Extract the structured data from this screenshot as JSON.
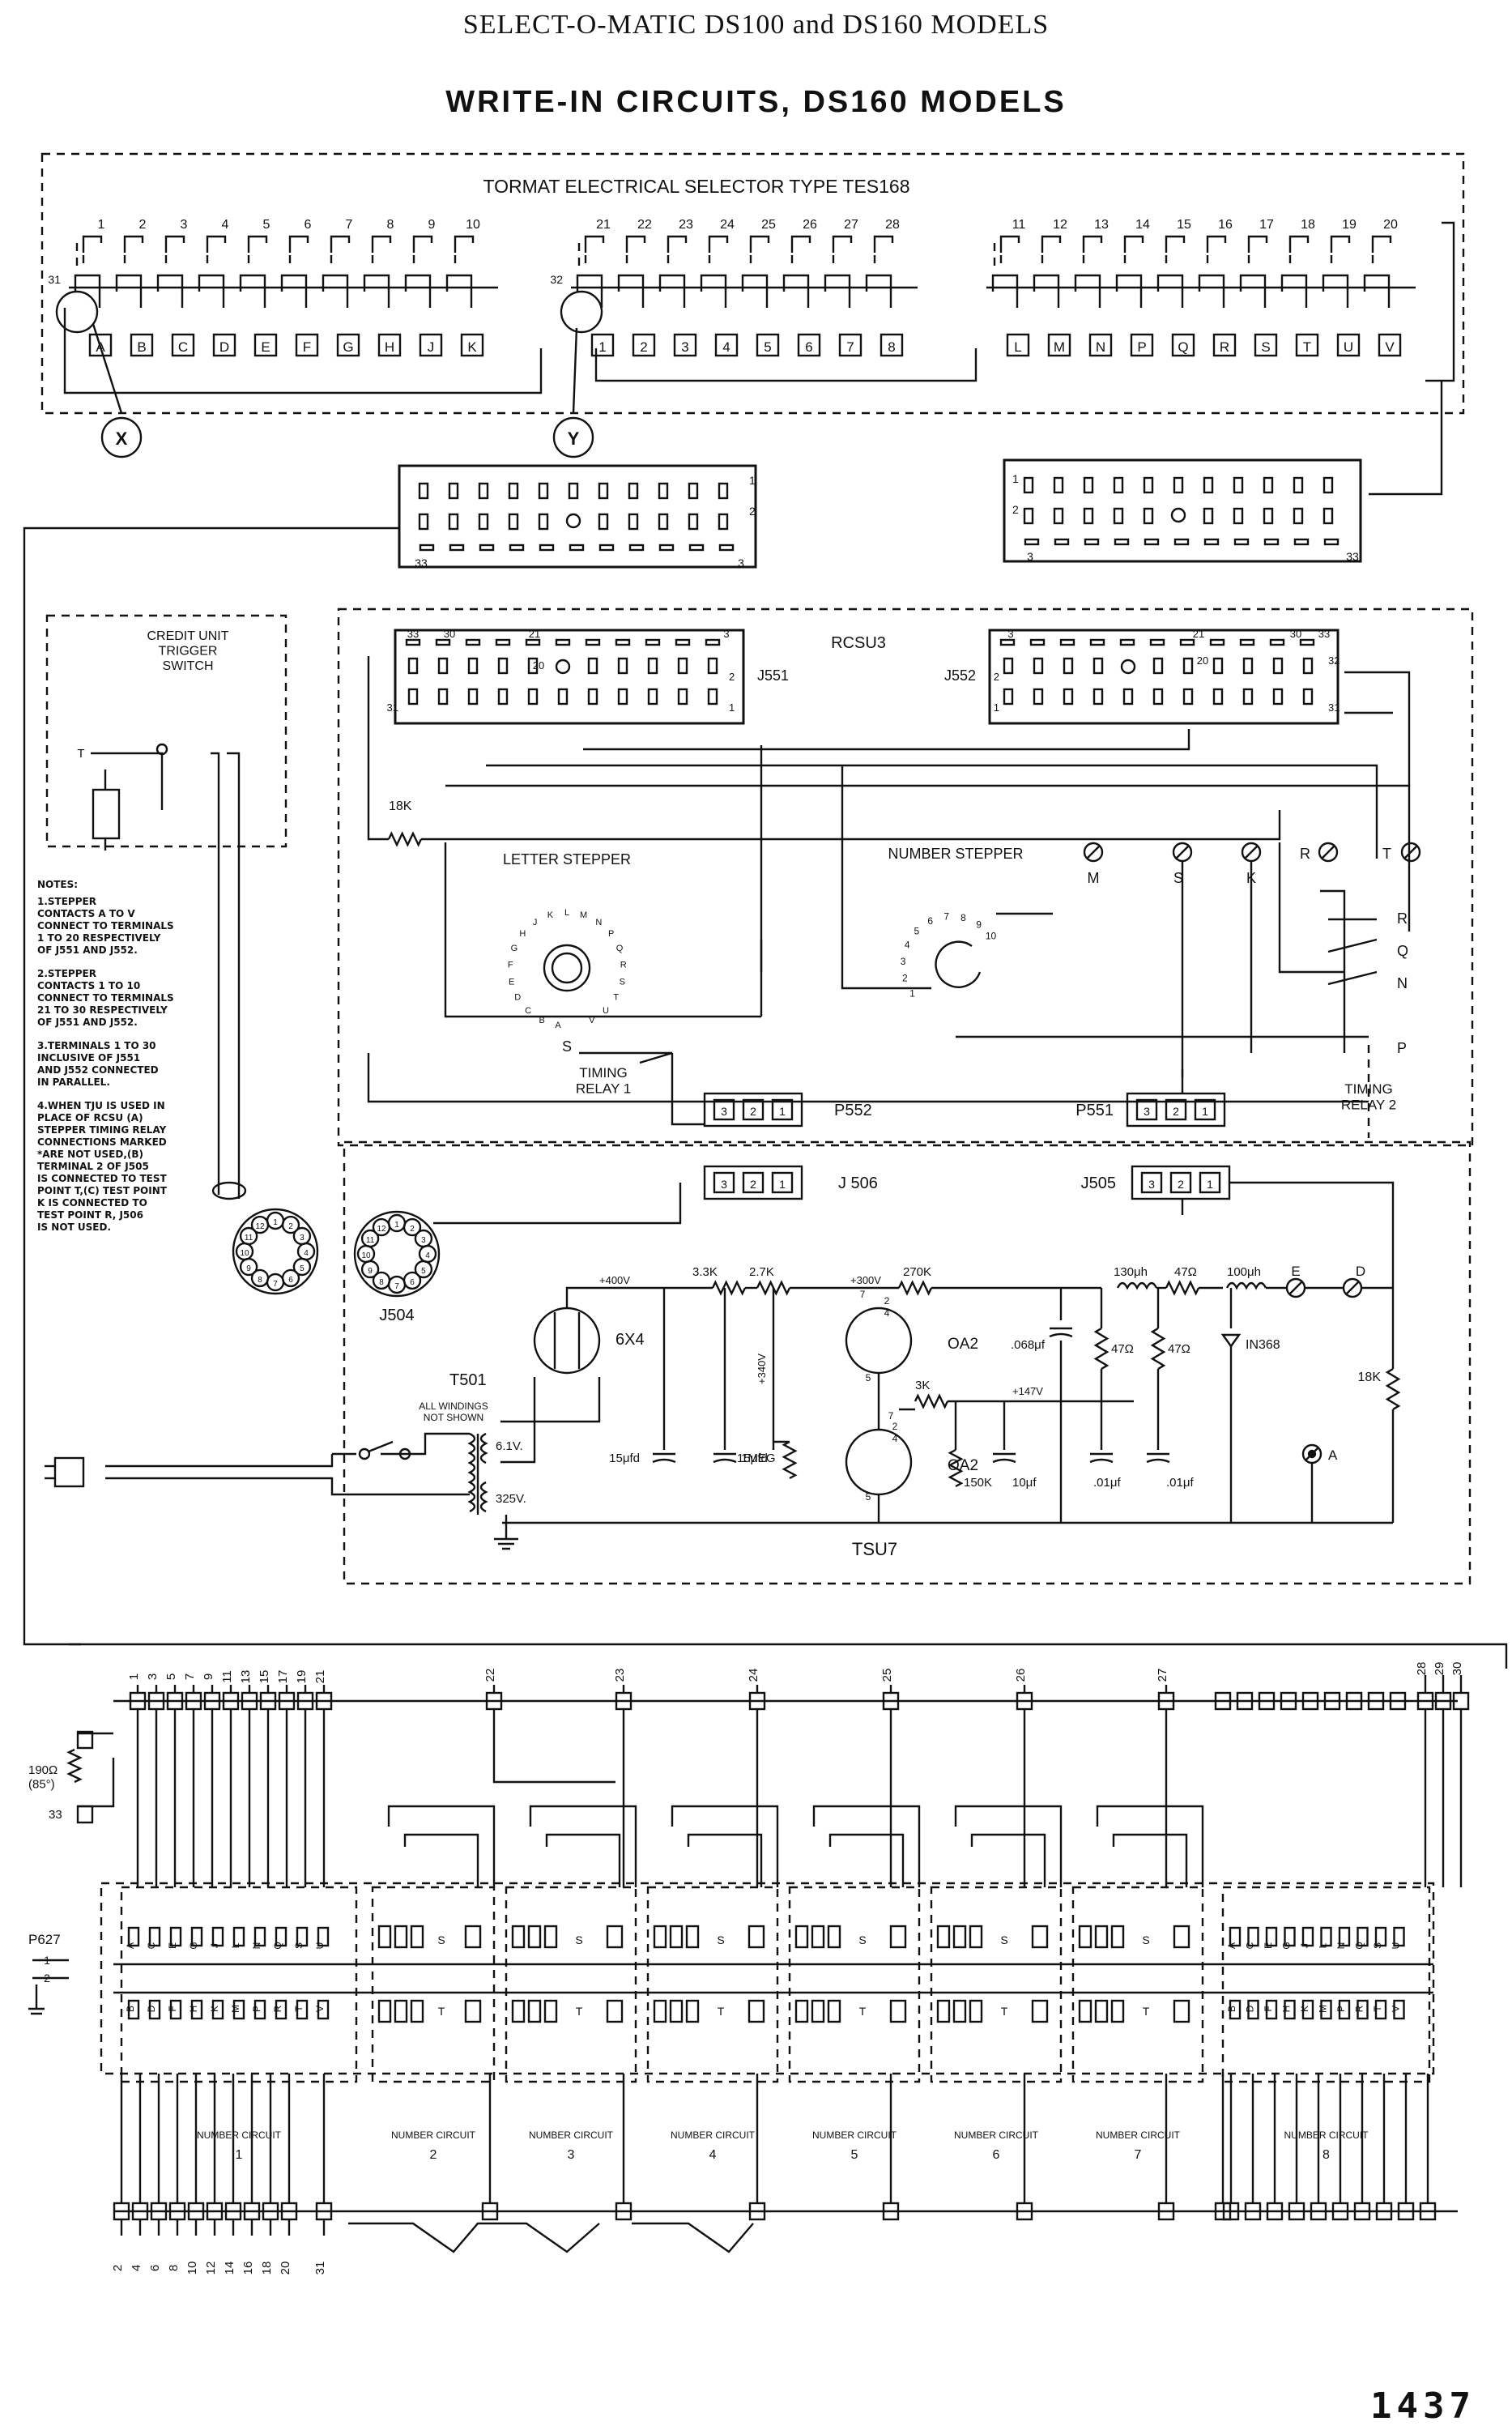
{
  "header": {
    "title": "SELECT-O-MATIC DS100 and DS160 MODELS",
    "subtitle": "WRITE-IN CIRCUITS, DS160 MODELS"
  },
  "selector": {
    "title": "TORMAT ELECTRICAL SELECTOR TYPE TES168",
    "group1_numbers": [
      "1",
      "2",
      "3",
      "4",
      "5",
      "6",
      "7",
      "8",
      "9",
      "10"
    ],
    "group1_letters": [
      "A",
      "B",
      "C",
      "D",
      "E",
      "F",
      "G",
      "H",
      "J",
      "K"
    ],
    "group1_common": "31",
    "group2_numbers": [
      "21",
      "22",
      "23",
      "24",
      "25",
      "26",
      "27",
      "28"
    ],
    "group2_letters": [
      "1",
      "2",
      "3",
      "4",
      "5",
      "6",
      "7",
      "8"
    ],
    "group2_common": "32",
    "group3_numbers": [
      "11",
      "12",
      "13",
      "14",
      "15",
      "16",
      "17",
      "18",
      "19",
      "20"
    ],
    "group3_letters": [
      "L",
      "M",
      "N",
      "P",
      "Q",
      "R",
      "S",
      "T",
      "U",
      "V"
    ],
    "marker_x": "X",
    "marker_y": "Y"
  },
  "connectors": {
    "left": {
      "t1": "1",
      "t2": "2",
      "t33": "33",
      "t3": "3"
    },
    "right": {
      "t1": "1",
      "t2": "2",
      "t3": "3",
      "t33": "33"
    }
  },
  "credit_unit": {
    "label": "CREDIT UNIT\nTRIGGER\nSWITCH",
    "t": "T"
  },
  "notes": {
    "heading": "NOTES:",
    "items": [
      "1.STEPPER\n  CONTACTS A TO V\n  CONNECT TO TERMINALS\n  1 TO 20 RESPECTIVELY\n  OF J551 AND J552.",
      "2.STEPPER\n  CONTACTS 1 TO 10\n  CONNECT TO TERMINALS\n  21 TO 30 RESPECTIVELY\n  OF J551 AND J552.",
      "3.TERMINALS 1 TO 30\n  INCLUSIVE OF J551\n  AND J552 CONNECTED\n  IN PARALLEL.",
      "4.WHEN TJU IS USED IN\n  PLACE OF RCSU (A)\n  STEPPER TIMING RELAY\n  CONNECTIONS MARKED\n  *ARE NOT USED,(B)\n  TERMINAL 2 OF J505\n  IS CONNECTED TO TEST\n  POINT T,(C) TEST POINT\n  K IS CONNECTED TO\n  TEST POINT R, J506\n  IS NOT USED."
    ]
  },
  "rcsu": {
    "title": "RCSU3",
    "j551": "J551",
    "j552": "J552",
    "j551_top": [
      "33",
      "30",
      "21",
      "3"
    ],
    "j552_top": [
      "3",
      "21",
      "30",
      "33"
    ],
    "labels_20": "20",
    "labels_2": "2",
    "labels_1": "1",
    "labels_31": "31",
    "labels_32": "32",
    "resistor": "18K",
    "letter_stepper": "LETTER STEPPER",
    "number_stepper": "NUMBER STEPPER",
    "test_points": [
      "M",
      "S",
      "K",
      "R",
      "T"
    ],
    "relay_contacts": [
      "R",
      "Q",
      "N",
      "P"
    ],
    "timing_relay_1": "TIMING\nRELAY 1",
    "timing_relay_2": "TIMING\nRELAY 2",
    "s_label": "S",
    "p552": "P552",
    "p551": "P551",
    "plug_pins": [
      "3",
      "2",
      "1"
    ],
    "letter_dial": [
      "A",
      "B",
      "C",
      "D",
      "E",
      "F",
      "G",
      "H",
      "J",
      "K",
      "L",
      "M",
      "N",
      "P",
      "Q",
      "R",
      "S",
      "T",
      "U",
      "V"
    ],
    "number_dial": [
      "1",
      "2",
      "3",
      "4",
      "5",
      "6",
      "7",
      "8",
      "9",
      "10"
    ]
  },
  "tsu": {
    "title": "TSU7",
    "j506": "J 506",
    "j505": "J505",
    "j504": "J504",
    "tube_6x4": "6X4",
    "tube_oa2_1": "OA2",
    "tube_oa2_2": "OA2",
    "transformer": "T501",
    "transformer_note": "ALL WINDINGS\nNOT SHOWN",
    "winding_1": "6.1V.",
    "winding_2": "325V.",
    "v400": "+400V",
    "v300": "+300V",
    "v340": "+340V",
    "v147": "+147V",
    "r33k": "3.3K",
    "r27k": "2.7K",
    "r270k": "270K",
    "r3k": "3K",
    "r150k": "150K",
    "r1meg": "1MEG",
    "r47a": "47Ω",
    "r47b": "47Ω",
    "r47c": "47Ω",
    "r18k": "18K",
    "c068": ".068μf",
    "c15a": "15μfd",
    "c15b": "15μfd",
    "c10": "10μf",
    "c01a": ".01μf",
    "c01b": ".01μf",
    "l130": "130μh",
    "l100": "100μh",
    "diode": "IN368",
    "tp_e": "E",
    "tp_d": "D",
    "tp_a": "A",
    "tube_pins_a": [
      "7",
      "2",
      "4"
    ],
    "tube_pins_b": [
      "7",
      "2",
      "4"
    ],
    "tube_pin5": "5",
    "j504_pins": [
      "1",
      "2",
      "3",
      "4",
      "5",
      "6",
      "7",
      "8",
      "9",
      "10",
      "11",
      "12"
    ]
  },
  "bottom": {
    "top_terms_odd": [
      "1",
      "3",
      "5",
      "7",
      "9",
      "11",
      "13",
      "15",
      "17",
      "19",
      "21"
    ],
    "top_terms_mid": [
      "22",
      "23",
      "24",
      "25",
      "26",
      "27"
    ],
    "top_terms_right": [
      "28",
      "29",
      "30"
    ],
    "bottom_terms": [
      "2",
      "4",
      "6",
      "8",
      "10",
      "12",
      "14",
      "16",
      "18",
      "20",
      "31"
    ],
    "resistor": "190Ω\n(85°)",
    "term33": "33",
    "p627": "P627",
    "p627_pins": [
      "1",
      "2"
    ],
    "circuit_label": "NUMBER CIRCUIT",
    "circuits": [
      "1",
      "2",
      "3",
      "4",
      "5",
      "6",
      "7",
      "8"
    ],
    "row_top_a": [
      "A",
      "C",
      "E",
      "G",
      "J",
      "L",
      "N",
      "Q",
      "S",
      "U"
    ],
    "row_bot_a": [
      "B",
      "D",
      "F",
      "H",
      "K",
      "M",
      "P",
      "R",
      "T",
      "V"
    ],
    "relay_s": "S",
    "relay_t": "T"
  },
  "page": {
    "number": "1437"
  }
}
